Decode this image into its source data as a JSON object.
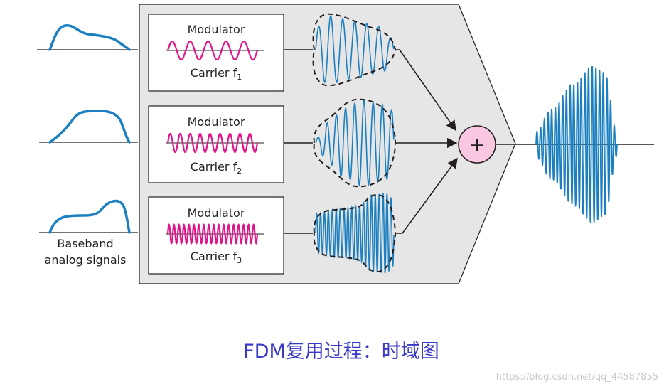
{
  "modulators": [
    {
      "title": "Modulator",
      "carrier_label": "Carrier f",
      "carrier_sub": "1"
    },
    {
      "title": "Modulator",
      "carrier_label": "Carrier f",
      "carrier_sub": "2"
    },
    {
      "title": "Modulator",
      "carrier_label": "Carrier f",
      "carrier_sub": "3"
    }
  ],
  "baseband_label": {
    "line1": "Baseband",
    "line2": "analog signals"
  },
  "adder_symbol": "+",
  "caption": "FDM复用过程：时域图",
  "watermark": "https://blog.csdn.net/qq_44587855",
  "colors": {
    "baseband": "#1b7fc0",
    "carrier": "#e0168c",
    "modulated": "#1b7fc0",
    "panel": "#e6e6e6",
    "adder_fill": "#f9c8e0",
    "caption": "#3a3ac8"
  }
}
